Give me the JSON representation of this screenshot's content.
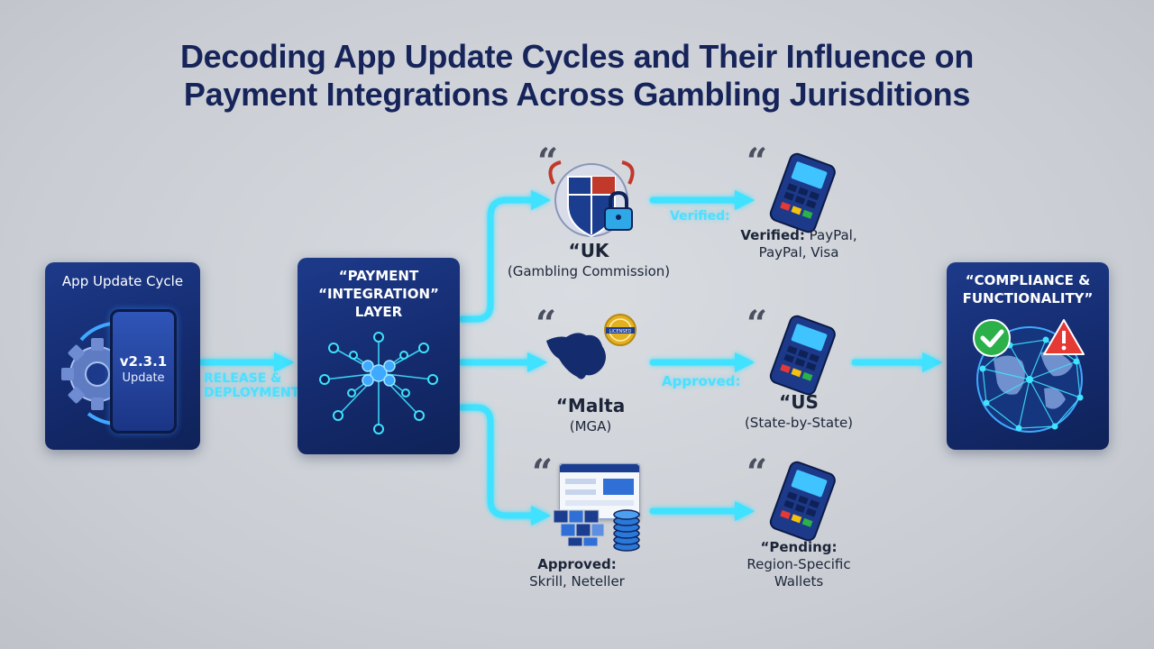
{
  "title": {
    "line1": "Decoding App Update Cycles and Their Influence on",
    "line2": "Payment Integrations Across Gambling Jurisditions"
  },
  "app_box": {
    "title": "App Update Cycle",
    "version": "v2.3.1",
    "update": "Update"
  },
  "release_label": {
    "line1": "RELEASE &",
    "line2": "DEPLOYMENT"
  },
  "layer_box": {
    "line1": "“PAYMENT",
    "line2": "“INTEGRATION”",
    "line3": "LAYER"
  },
  "uk": {
    "name": "“UK",
    "sub": "(Gambling Commission)"
  },
  "malta": {
    "name": "“Malta",
    "sub": "(MGA)"
  },
  "approved_left": {
    "line1": "Approved:",
    "line2": "Skrill, Neteller"
  },
  "flow_labels": {
    "verified": "Verified:",
    "approved": "Approved:"
  },
  "verified_right": {
    "bold": "Verified:",
    "rest1": " PayPal,",
    "line2": "PayPal, Visa"
  },
  "us": {
    "name": "“US",
    "sub": "(State-by-State)"
  },
  "pending": {
    "line1": "“Pending:",
    "line2": "Region-Specific",
    "line3": "Wallets"
  },
  "compliance_box": {
    "line1": "“COMPLIANCE &",
    "line2": "FUNCTIONALITY”"
  },
  "badge": {
    "text": "LICENSED"
  },
  "quote_mark": "“",
  "colors": {
    "accent_cyan": "#3fe2ff",
    "box_navy": "#142b6e",
    "title_navy": "#16245a",
    "check_green": "#2bb04a",
    "warning_red": "#e53935"
  },
  "icons": [
    "gear-icon",
    "phone-icon",
    "neural-network-icon",
    "shield-crest-icon",
    "padlock-icon",
    "malta-map-icon",
    "license-seal-icon",
    "payment-terminal-icon",
    "dashboard-icon",
    "coin-stack-icon",
    "globe-network-icon",
    "check-icon",
    "warning-icon"
  ]
}
